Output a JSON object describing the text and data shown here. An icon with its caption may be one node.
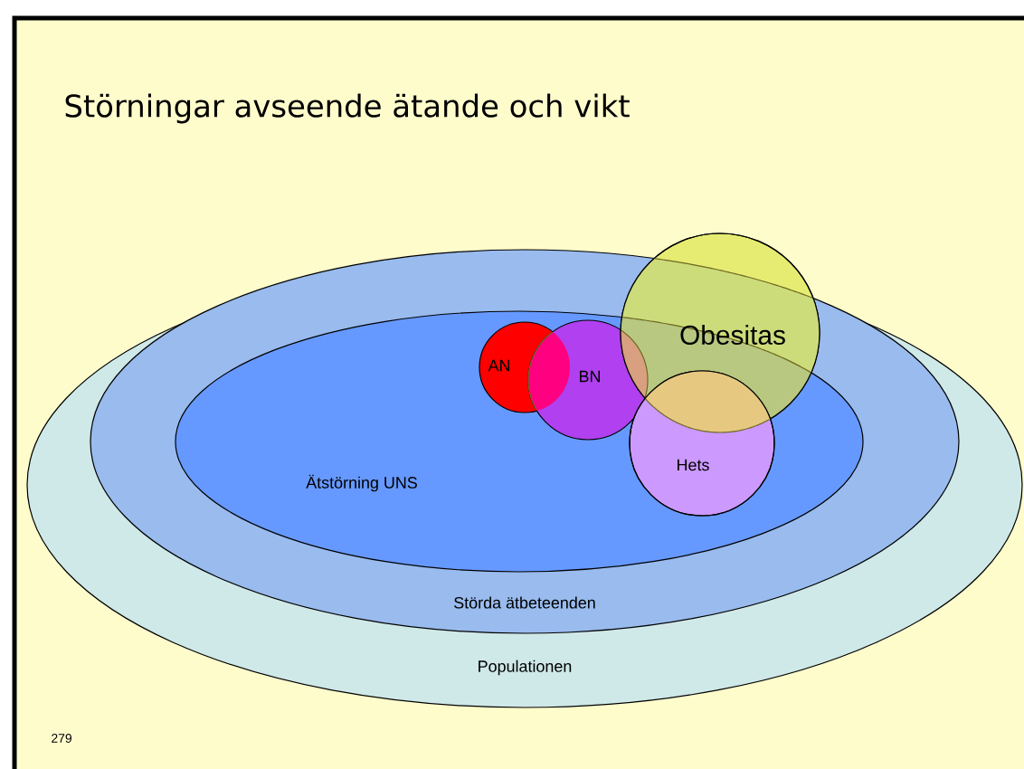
{
  "diagram": {
    "title": "Störningar avseende ätande och vikt",
    "nodes": [
      {
        "text": [
          "Populationen"
        ]
      },
      {
        "text": [
          "Störda ätbeteenden"
        ],
        "in": 0
      },
      {
        "text": [
          "Ätstörning UNS"
        ],
        "in": 1
      },
      {
        "text": [
          "AN"
        ],
        "in": 2
      },
      {
        "text": [
          "BN"
        ],
        "in": 2
      },
      {
        "text": [
          "Obesitas"
        ]
      },
      {
        "text": [
          "Hets"
        ],
        "in": 2
      }
    ],
    "labels": [
      "279"
    ]
  }
}
